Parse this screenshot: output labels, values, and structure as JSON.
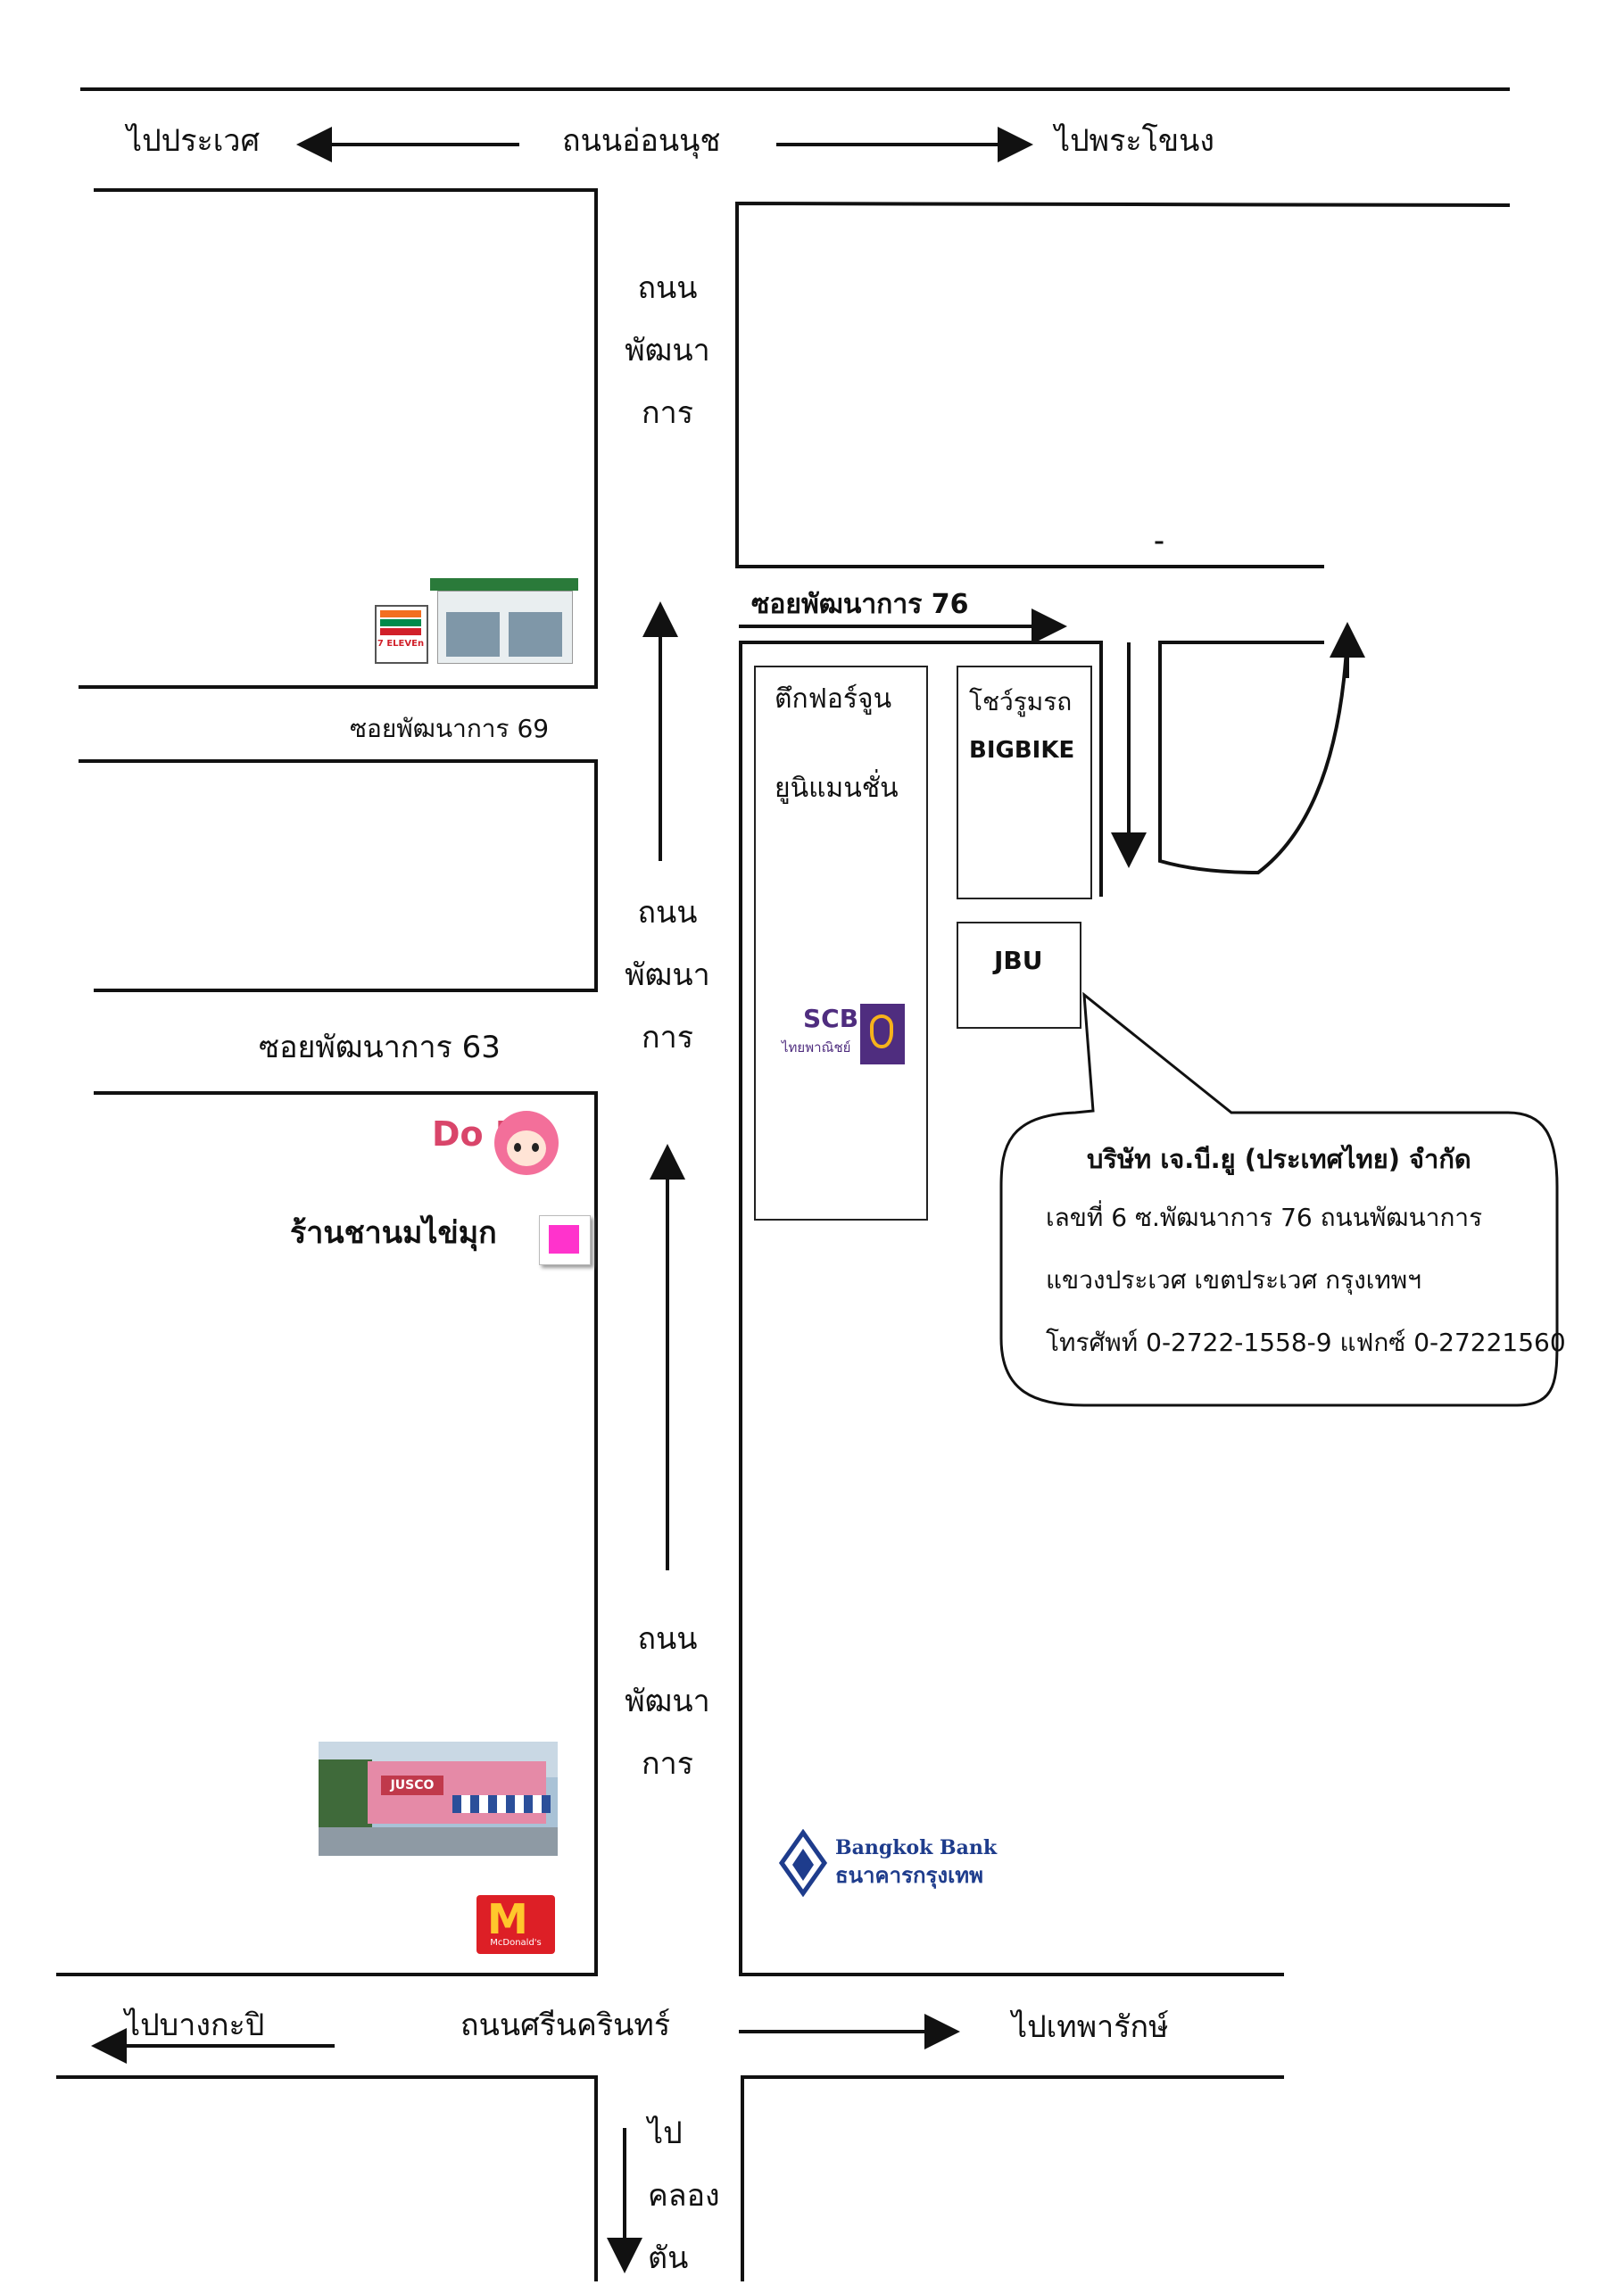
{
  "roads": {
    "on_nut": {
      "name": "ถนนอ่อนนุช",
      "left_dest": "ไปประเวศ",
      "right_dest": "ไปพระโขนง"
    },
    "pattanakarn_top": [
      "ถนน",
      "พัฒนา",
      "การ"
    ],
    "pattanakarn_mid": [
      "ถนน",
      "พัฒนา",
      "การ"
    ],
    "pattanakarn_bottom": [
      "ถนน",
      "พัฒนา",
      "การ"
    ],
    "srinakarin": {
      "name": "ถนนศรีนครินทร์",
      "left_dest": "ไปบางกะปิ",
      "right_dest": "ไปเทพารักษ์"
    },
    "klong_ton": [
      "ไป",
      "คลอง",
      "ตัน"
    ],
    "soi_76": "ซอยพัฒนาการ 76",
    "soi_69": "ซอยพัฒนาการ 69",
    "soi_63": "ซอยพัฒนาการ 63"
  },
  "buildings": {
    "fortune_1": "ตึกฟอร์จูน",
    "fortune_2": "ยูนิแมนชั่น",
    "showroom_1": "โชว์รูมรถ",
    "showroom_2": "BIGBIKE",
    "jbu": "JBU",
    "tea_shop": "ร้านชานมไข่มุก"
  },
  "logos": {
    "seven_eleven": "7 ELEVEn",
    "scb_main": "SCB",
    "scb_sub": "ไทยพาณิชย์",
    "dodo": "Do Do",
    "jusco": "JUSCO",
    "mcdonalds": "McDonald's",
    "bbl_en": "Bangkok Bank",
    "bbl_th": "ธนาคารกรุงเทพ"
  },
  "company": {
    "name": "บริษัท เจ.บี.ยู (ประเทศไทย) จำกัด",
    "address_1": "เลขที่ 6 ซ.พัฒนาการ 76 ถนนพัฒนาการ",
    "address_2": "แขวงประเวศ เขตประเวศ กรุงเทพฯ",
    "phone": "โทรศัพท์ 0-2722-1558-9 แฟกซ์ 0-27221560"
  },
  "colors": {
    "tea_marker": "#ff33cc",
    "scb_purple": "#4f2d7f",
    "mcd_red": "#dd1f26",
    "mcd_yellow": "#ffc72c",
    "bbl_blue": "#1e3c8c",
    "seven_green": "#008a4b",
    "seven_orange": "#f36f21",
    "seven_red": "#d1202a"
  }
}
